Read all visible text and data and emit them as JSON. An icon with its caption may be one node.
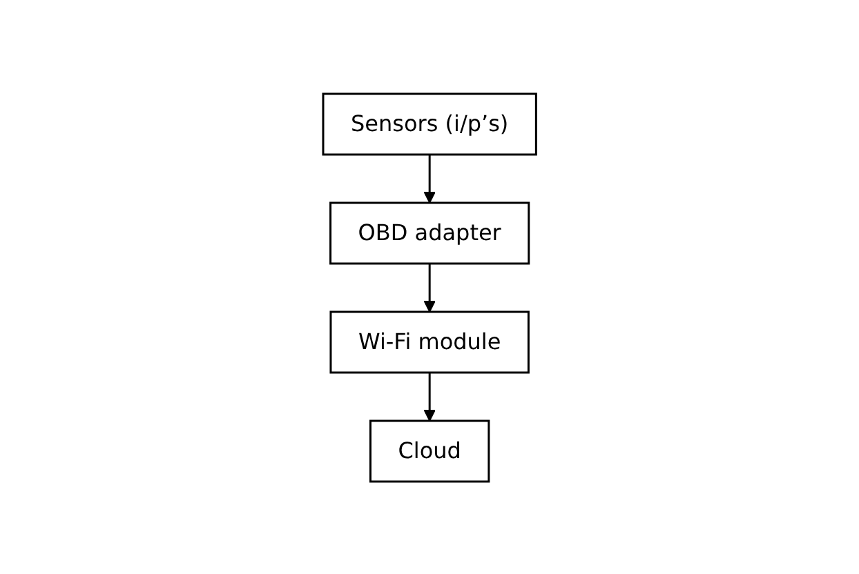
{
  "diagram": {
    "nodes": [
      {
        "text": [
          "Sensors (i/p’s)"
        ]
      },
      {
        "text": [
          "OBD adapter"
        ]
      },
      {
        "text": [
          "Wi-Fi module"
        ]
      },
      {
        "text": [
          "Cloud"
        ]
      }
    ],
    "edges": [
      {
        "from": 0,
        "to": 1,
        "arrow": "to"
      },
      {
        "from": 1,
        "to": 2,
        "arrow": "to"
      },
      {
        "from": 2,
        "to": 3,
        "arrow": "to"
      }
    ]
  }
}
